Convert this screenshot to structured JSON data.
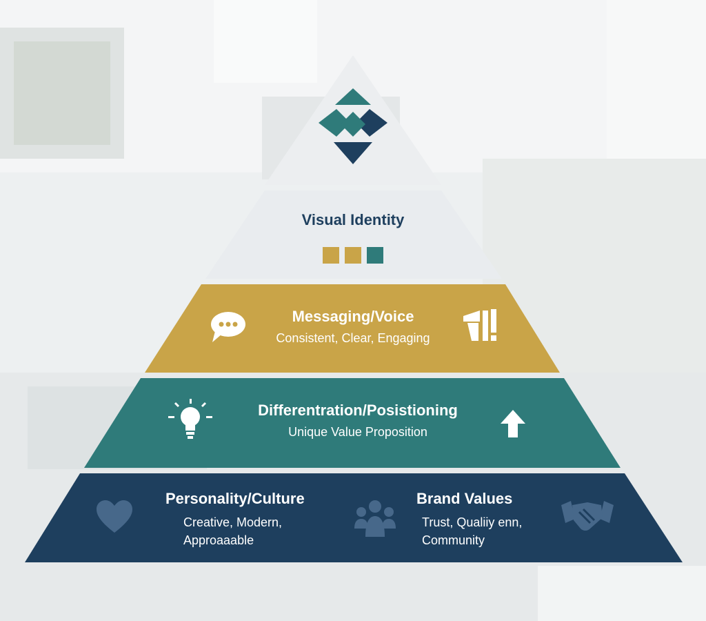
{
  "colors": {
    "navy": "#1e3f5e",
    "teal": "#2f7b7a",
    "gold": "#c9a448",
    "top_tier": "#e9ecef"
  },
  "tiers": {
    "visual_identity": {
      "title": "Visual Identity",
      "swatches": [
        "#c9a448",
        "#c9a448",
        "#2f7b7a"
      ]
    },
    "messaging": {
      "title": "Messaging/Voice",
      "subtitle": "Consistent, Clear, Engaging",
      "icons": [
        "speech-bubble-icon",
        "megaphone-icon"
      ]
    },
    "differentiation": {
      "title": "Differentration/Posistioning",
      "subtitle": "Unique Value Proposition",
      "icons": [
        "lightbulb-icon",
        "arrow-up-icon"
      ]
    },
    "foundation": {
      "personality": {
        "title": "Personality/Culture",
        "line1": "Creative, Modern,",
        "line2": "Approaaable"
      },
      "values": {
        "title": "Brand Values",
        "line1": "Trust, Qualiiy  enn,",
        "line2": "Community"
      },
      "icons": [
        "heart-icon",
        "people-group-icon",
        "handshake-icon"
      ]
    }
  }
}
